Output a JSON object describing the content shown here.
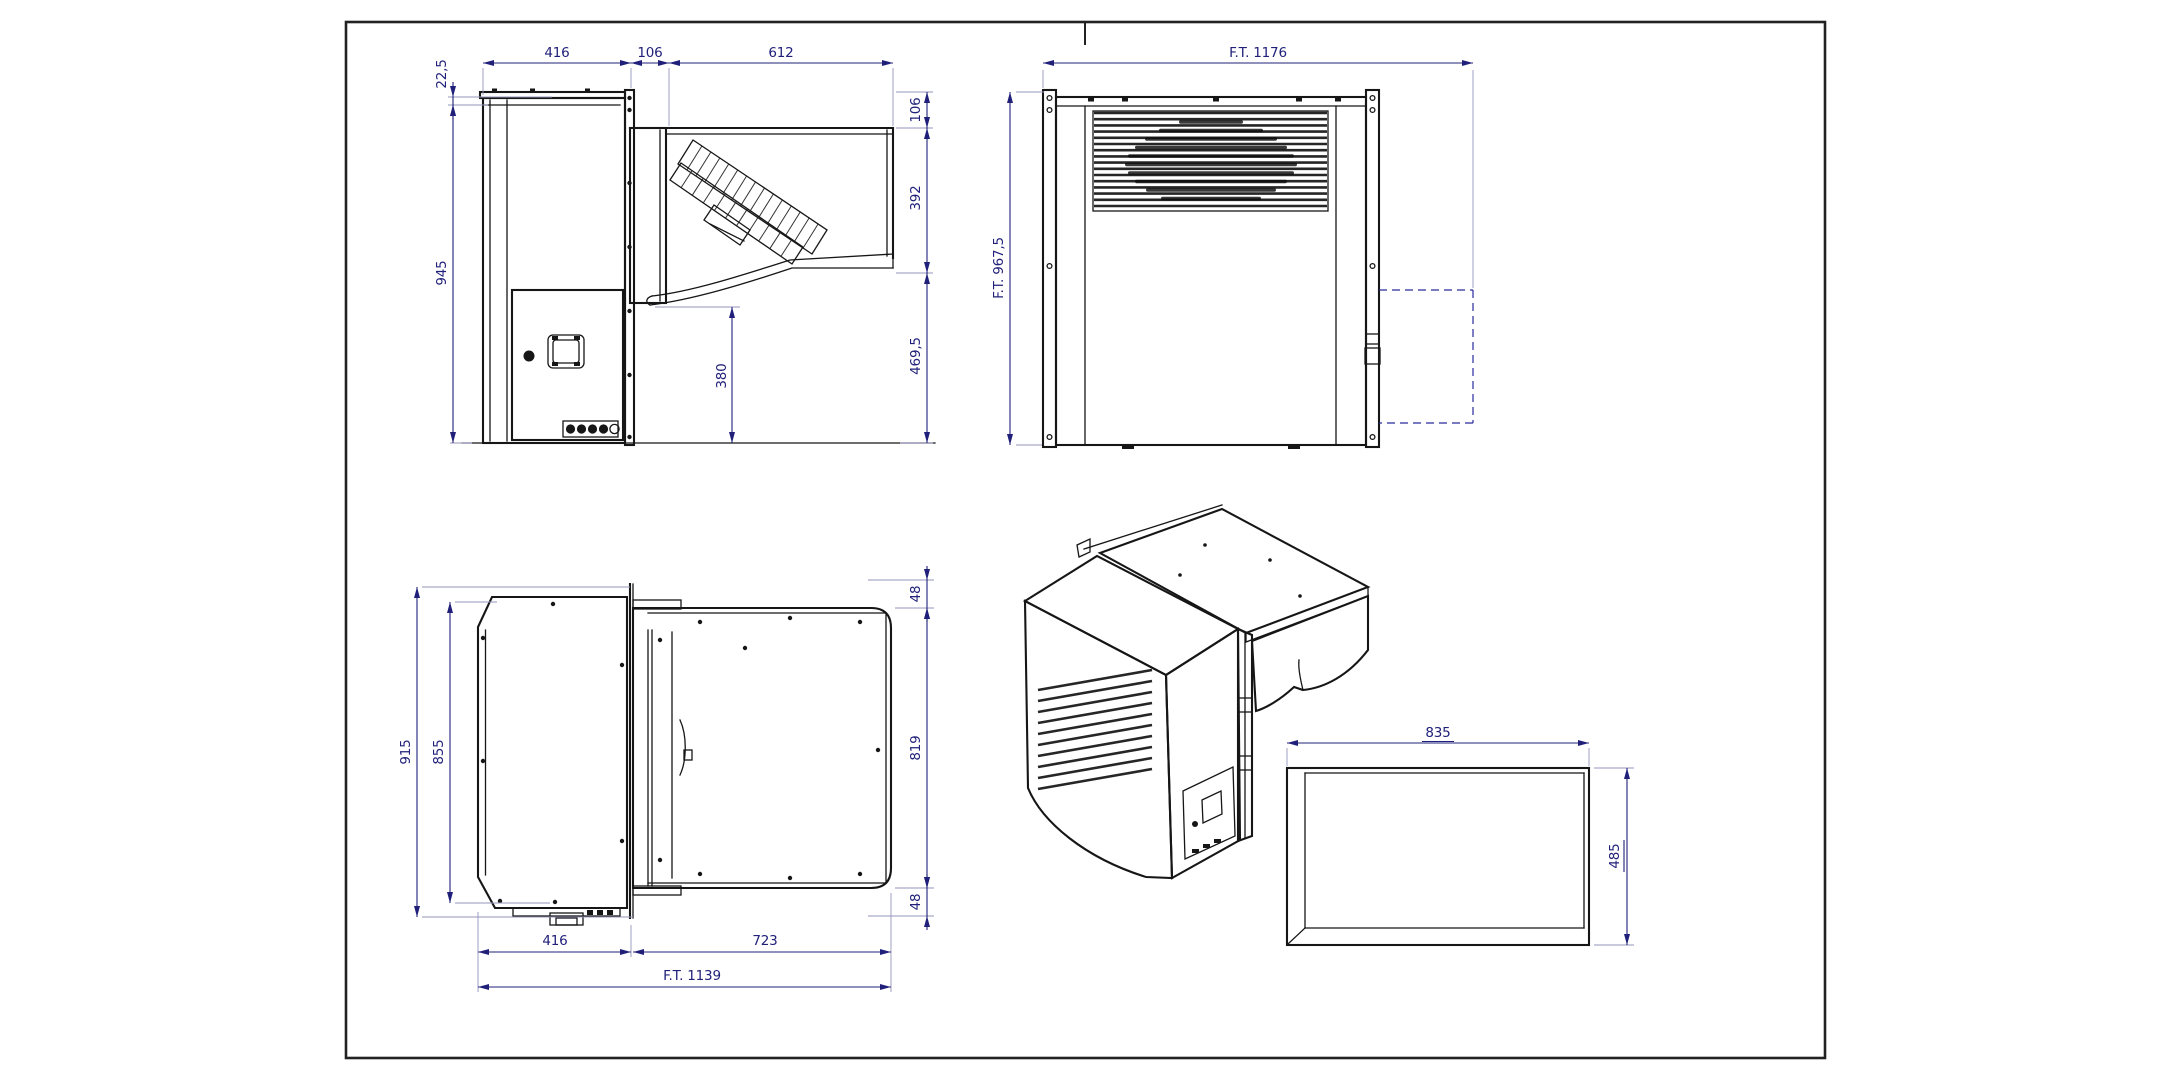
{
  "colors": {
    "line": "#161616",
    "dimension": "#20207a",
    "extension": "#9595bf",
    "hidden_dash": "#2a2a9e",
    "background": "#ffffff"
  },
  "side_view": {
    "offset_top": "22,5",
    "condenser_width": "416",
    "wall_gap": "106",
    "evaporator_width": "612",
    "overall_height": "945",
    "top_clearance": "106",
    "evaporator_height": "392",
    "drain_height": "380",
    "bottom_clearance": "469,5"
  },
  "rear_view": {
    "overall_width": "F.T. 1176",
    "overall_height": "F.T. 967,5"
  },
  "plan_view": {
    "overall_depth": "915",
    "body_depth": "855",
    "edge_top": "48",
    "inner_depth": "819",
    "edge_bottom": "48",
    "condenser_width": "416",
    "evaporator_width": "723",
    "overall_width": "F.T. 1139"
  },
  "wall_cutout": {
    "width": "835",
    "height": "485"
  }
}
